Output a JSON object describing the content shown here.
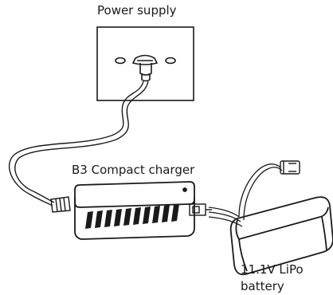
{
  "labels": {
    "power_supply": "Power supply",
    "charger": "B3 Compact charger",
    "battery_line1": "11.1V LiPo",
    "battery_line2": "battery"
  },
  "colors": {
    "stroke": "#1a1a1a",
    "background": "#ffffff"
  }
}
